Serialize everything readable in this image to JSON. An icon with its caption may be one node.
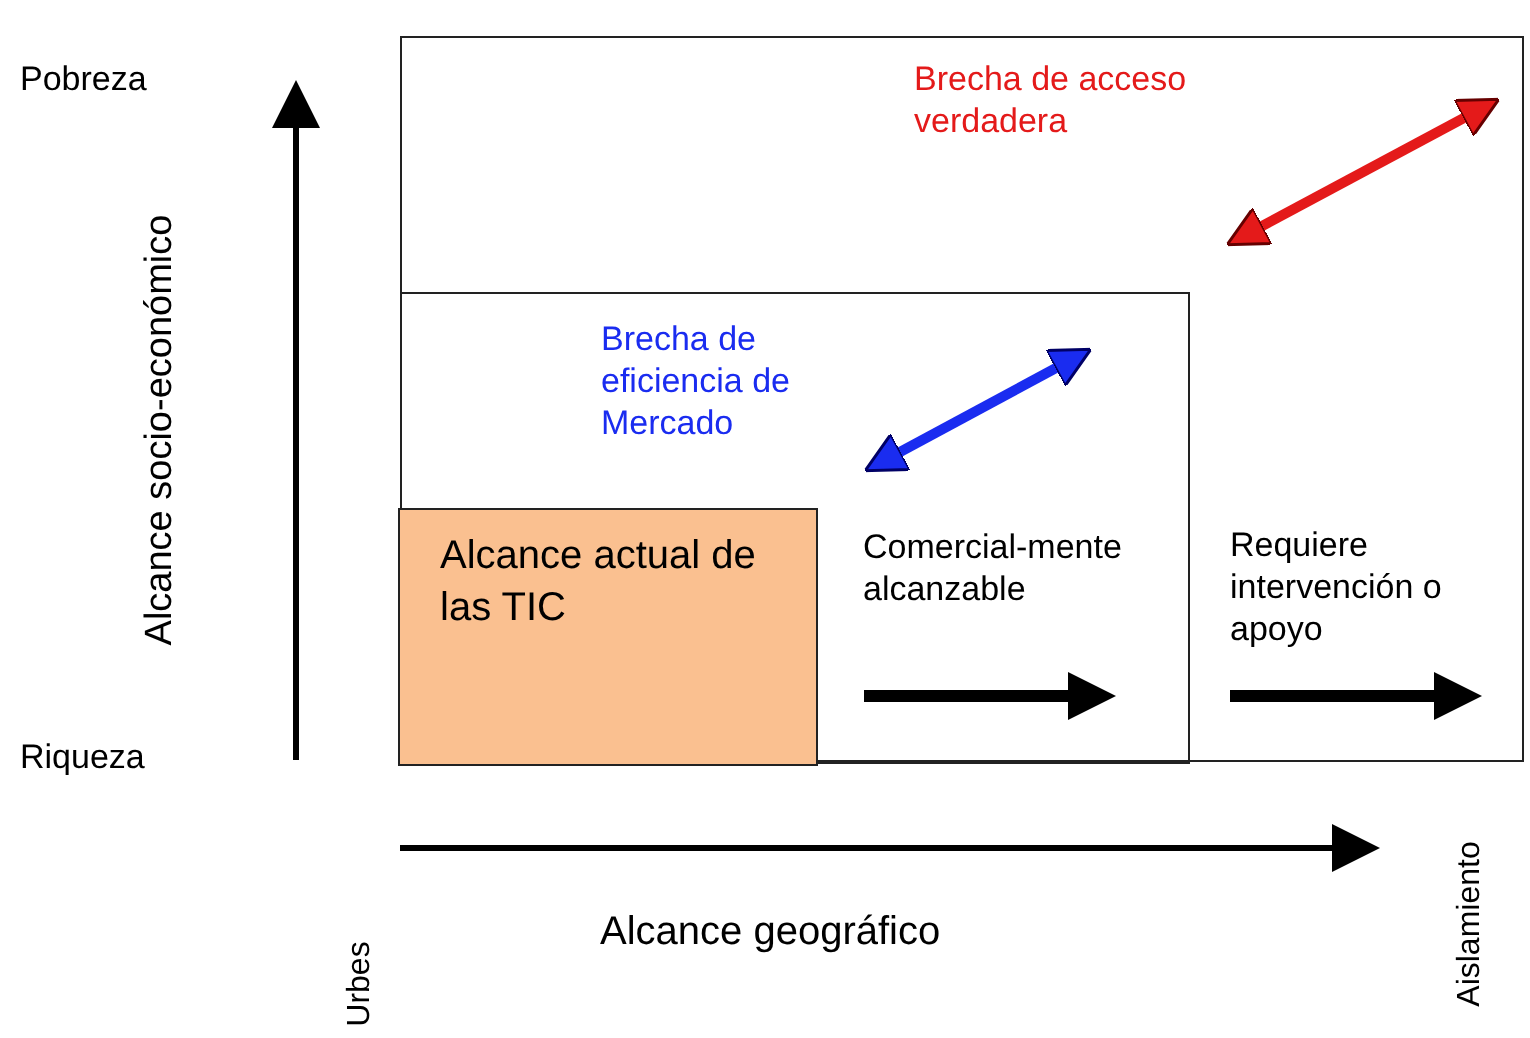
{
  "diagram": {
    "nodes": [
      {
        "text": [
          "Brecha de acceso verdadera",
          "Requiere intervención o apoyo"
        ]
      },
      {
        "text": [
          "Brecha de eficiencia de Mercado",
          "Comercial-mente alcanzable"
        ],
        "in": 0
      },
      {
        "text": [
          "Alcance actual de las TIC"
        ],
        "in": 1
      }
    ],
    "edges": [],
    "labels": [
      "Pobreza",
      "Alcance socio-económico",
      "Riqueza",
      "Alcance geográfico",
      "Urbes",
      "Aislamiento"
    ]
  }
}
